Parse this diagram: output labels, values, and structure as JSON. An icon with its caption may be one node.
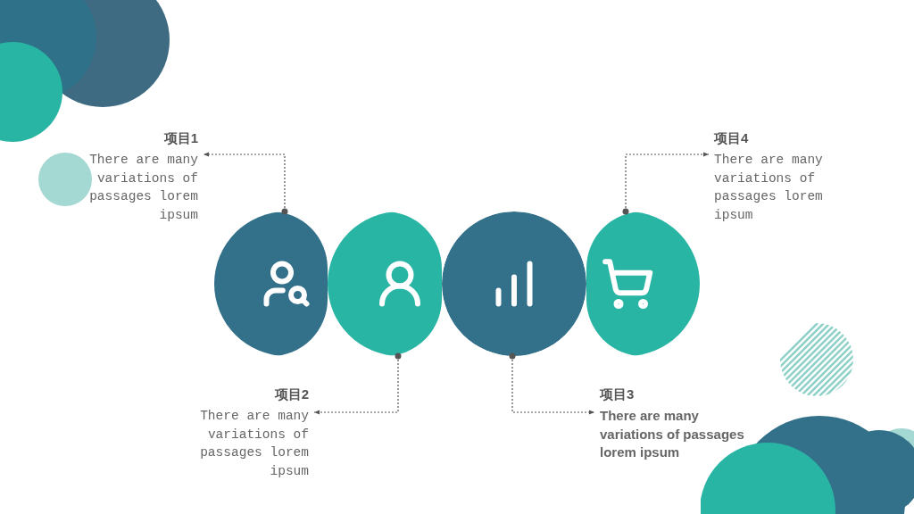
{
  "diagram": {
    "nodes": [
      {
        "text": [
          "项目1",
          "There are many variations of passages lorem ipsum"
        ]
      },
      {
        "text": [
          "项目4",
          "There are many variations of passages lorem ipsum"
        ]
      },
      {
        "text": [],
        "shape": "circle"
      },
      {
        "text": [],
        "shape": "circle"
      },
      {
        "text": [],
        "shape": "circle"
      },
      {
        "text": [],
        "shape": "circle"
      },
      {
        "text": [
          "项目2",
          "There are many variations of passages lorem ipsum"
        ]
      },
      {
        "text": [
          "项目3",
          "There are many variations of passages lorem ipsum"
        ]
      }
    ],
    "edges": [
      {
        "from": 2,
        "to": 0,
        "arrow": "to",
        "style": "dashed"
      },
      {
        "from": 5,
        "to": 1,
        "arrow": "to",
        "style": "dashed"
      },
      {
        "from": 3,
        "to": 6,
        "arrow": "to",
        "style": "dashed"
      },
      {
        "from": 4,
        "to": 7,
        "arrow": "to",
        "style": "dashed"
      }
    ]
  }
}
